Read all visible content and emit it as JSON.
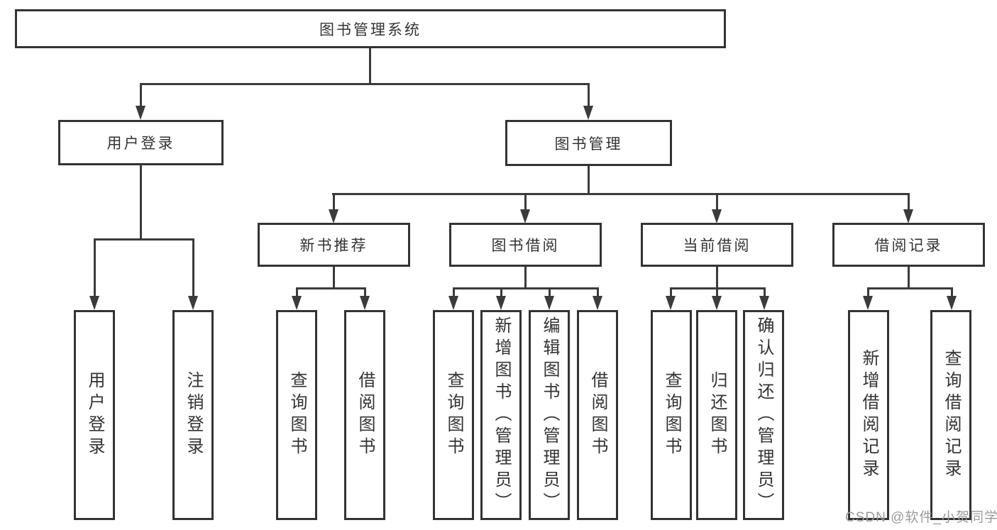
{
  "colors": {
    "background": "#ffffff",
    "box_fill": "#ffffff",
    "box_border": "#333333",
    "connector_line": "#3b3b3b",
    "text": "#333333",
    "watermark": "#9b9b9b"
  },
  "nodes": {
    "root": {
      "label": "图书管理系统"
    },
    "user_login": {
      "label": "用户登录"
    },
    "book_management": {
      "label": "图书管理"
    },
    "new_book_recommend": {
      "label": "新书推荐"
    },
    "book_borrow": {
      "label": "图书借阅"
    },
    "current_borrow": {
      "label": "当前借阅"
    },
    "borrow_records": {
      "label": "借阅记录"
    },
    "leaf_user_login": {
      "label": "用户登录"
    },
    "leaf_logout": {
      "label": "注销登录"
    },
    "leaf_query_book_1": {
      "label": "查询图书"
    },
    "leaf_borrow_book_1": {
      "label": "借阅图书"
    },
    "leaf_query_book_2": {
      "label": "查询图书"
    },
    "leaf_add_book_admin": {
      "label": "新增图书（管理员）"
    },
    "leaf_edit_book_admin": {
      "label": "编辑图书（管理员）"
    },
    "leaf_borrow_book_2": {
      "label": "借阅图书"
    },
    "leaf_query_book_3": {
      "label": "查询图书"
    },
    "leaf_return_book": {
      "label": "归还图书"
    },
    "leaf_confirm_return_admin": {
      "label": "确认归还（管理员）"
    },
    "leaf_add_borrow_record": {
      "label": "新增借阅记录"
    },
    "leaf_query_borrow_record": {
      "label": "查询借阅记录"
    }
  },
  "structure": {
    "root": [
      "user_login",
      "book_management"
    ],
    "user_login": [
      "leaf_user_login",
      "leaf_logout"
    ],
    "book_management": [
      "new_book_recommend",
      "book_borrow",
      "current_borrow",
      "borrow_records"
    ],
    "new_book_recommend": [
      "leaf_query_book_1",
      "leaf_borrow_book_1"
    ],
    "book_borrow": [
      "leaf_query_book_2",
      "leaf_add_book_admin",
      "leaf_edit_book_admin",
      "leaf_borrow_book_2"
    ],
    "current_borrow": [
      "leaf_query_book_3",
      "leaf_return_book",
      "leaf_confirm_return_admin"
    ],
    "borrow_records": [
      "leaf_add_borrow_record",
      "leaf_query_borrow_record"
    ]
  },
  "watermark": {
    "text": "CSDN @软件_小贺同学"
  }
}
